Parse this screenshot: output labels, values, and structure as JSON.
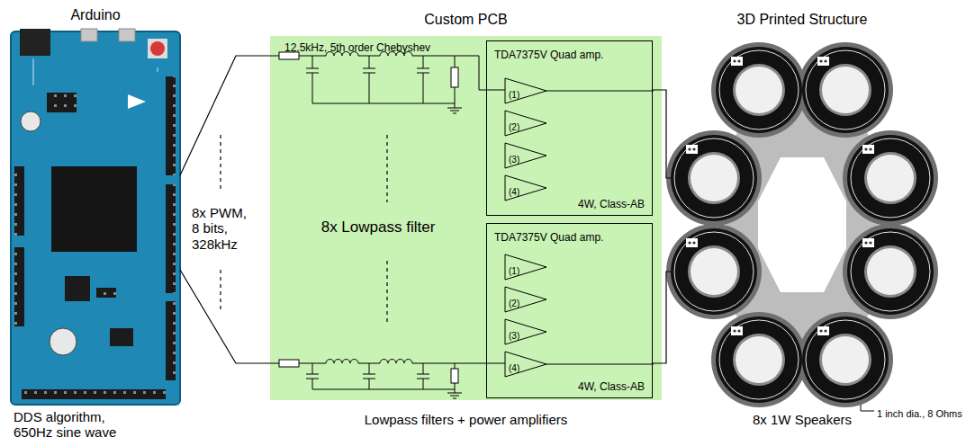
{
  "diagram": {
    "nodes": [
      {
        "text": [
          "Arduino",
          "DDS algorithm, 650Hz sine wave"
        ]
      },
      {
        "text": [
          "Custom PCB",
          "Lowpass filters + power amplifiers"
        ]
      },
      {
        "text": [
          "TDA7375V Quad amp.",
          "4W, Class-AB"
        ],
        "in": 1
      },
      {
        "text": [
          "TDA7375V Quad amp.",
          "4W, Class-AB"
        ],
        "in": 1
      },
      {
        "text": [
          "3D Printed Structure",
          "8x 1W Speakers"
        ]
      }
    ],
    "edges": [
      {
        "from": 0,
        "to": 1,
        "arrow": "none"
      },
      {
        "from": 0,
        "to": 1,
        "arrow": "none"
      },
      {
        "from": 2,
        "to": 4,
        "arrow": "none"
      },
      {
        "from": 3,
        "to": 4,
        "arrow": "none"
      }
    ],
    "labels": [
      "8x PWM, 8 bits, 328kHz",
      "12.5kHz, 5th order Chebyshev",
      "(1)",
      "(2)",
      "(3)",
      "(4)",
      "8x Lowpass filter",
      "(1)",
      "(2)",
      "(3)",
      "(4)",
      "1 inch dia., 8 Ohms"
    ]
  }
}
